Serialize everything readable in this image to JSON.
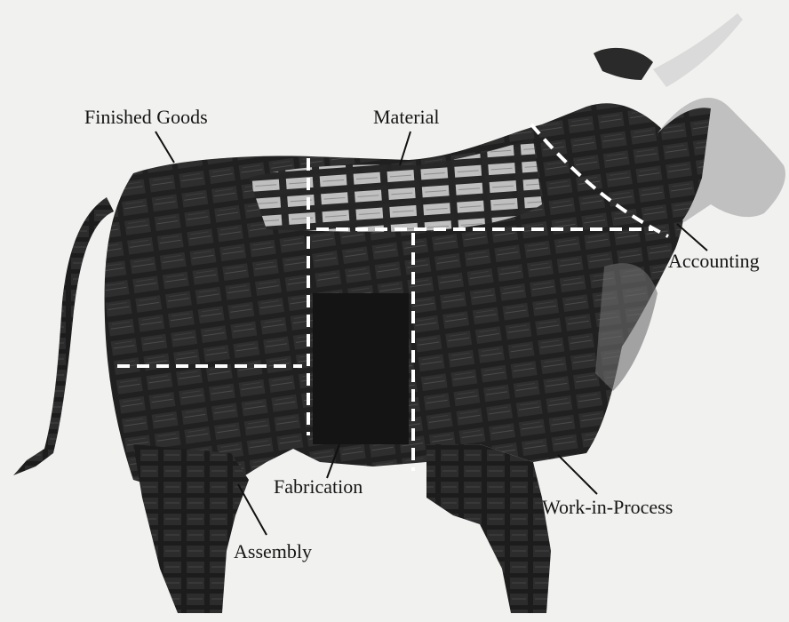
{
  "labels": {
    "finished_goods": "Finished Goods",
    "material": "Material",
    "accounting": "Accounting",
    "fabrication": "Fabrication",
    "work_in_process": "Work-in-Process",
    "assembly": "Assembly"
  },
  "colors": {
    "background": "#f1f1ef",
    "chip_dark": "#1c1c1c",
    "chip_body": "#2a2a2a",
    "chip_light": "#c9c9c9",
    "head_gray": "#bdbdbd",
    "divider": "#ffffff",
    "label_text": "#161616"
  }
}
